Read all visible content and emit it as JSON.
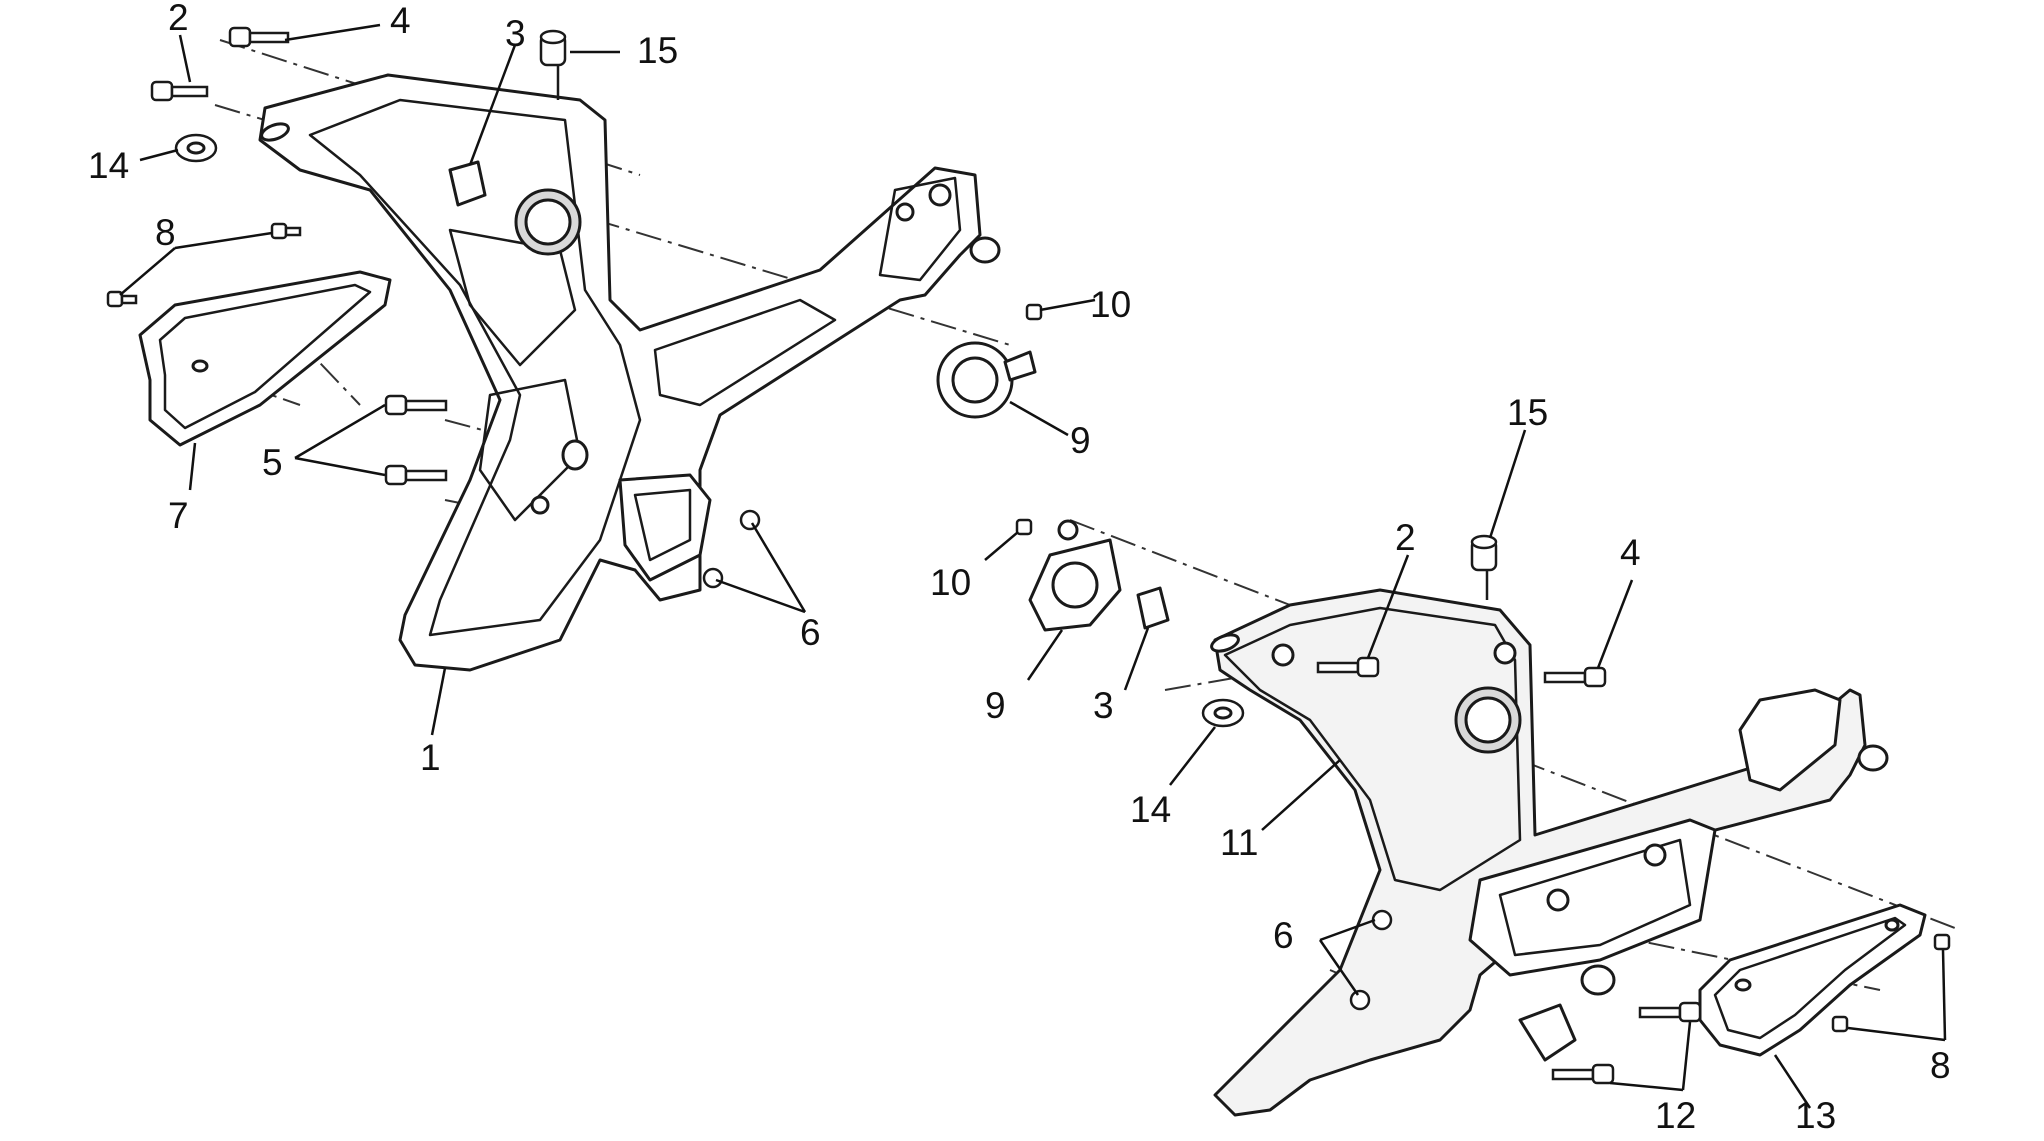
{
  "diagram": {
    "callouts": [
      {
        "id": "c2a",
        "label": "2"
      },
      {
        "id": "c4a",
        "label": "4"
      },
      {
        "id": "c3a",
        "label": "3"
      },
      {
        "id": "c15a",
        "label": "15"
      },
      {
        "id": "c14a",
        "label": "14"
      },
      {
        "id": "c8a",
        "label": "8"
      },
      {
        "id": "c5",
        "label": "5"
      },
      {
        "id": "c7",
        "label": "7"
      },
      {
        "id": "c6a",
        "label": "6"
      },
      {
        "id": "c1",
        "label": "1"
      },
      {
        "id": "c10a",
        "label": "10"
      },
      {
        "id": "c9a",
        "label": "9"
      },
      {
        "id": "c15b",
        "label": "15"
      },
      {
        "id": "c2b",
        "label": "2"
      },
      {
        "id": "c4b",
        "label": "4"
      },
      {
        "id": "c10b",
        "label": "10"
      },
      {
        "id": "c9b",
        "label": "9"
      },
      {
        "id": "c3b",
        "label": "3"
      },
      {
        "id": "c14b",
        "label": "14"
      },
      {
        "id": "c11",
        "label": "11"
      },
      {
        "id": "c6b",
        "label": "6"
      },
      {
        "id": "c8b",
        "label": "8"
      },
      {
        "id": "c12",
        "label": "12"
      },
      {
        "id": "c13",
        "label": "13"
      }
    ]
  }
}
